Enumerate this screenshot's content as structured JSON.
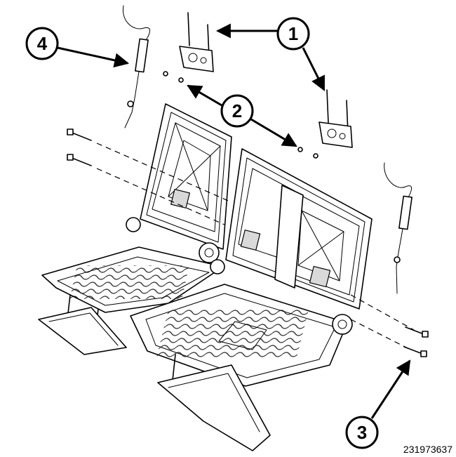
{
  "diagram": {
    "callouts": [
      {
        "id": "c1",
        "label": "1"
      },
      {
        "id": "c2",
        "label": "2"
      },
      {
        "id": "c3",
        "label": "3"
      },
      {
        "id": "c4",
        "label": "4"
      }
    ],
    "reference_number": "231973637"
  }
}
